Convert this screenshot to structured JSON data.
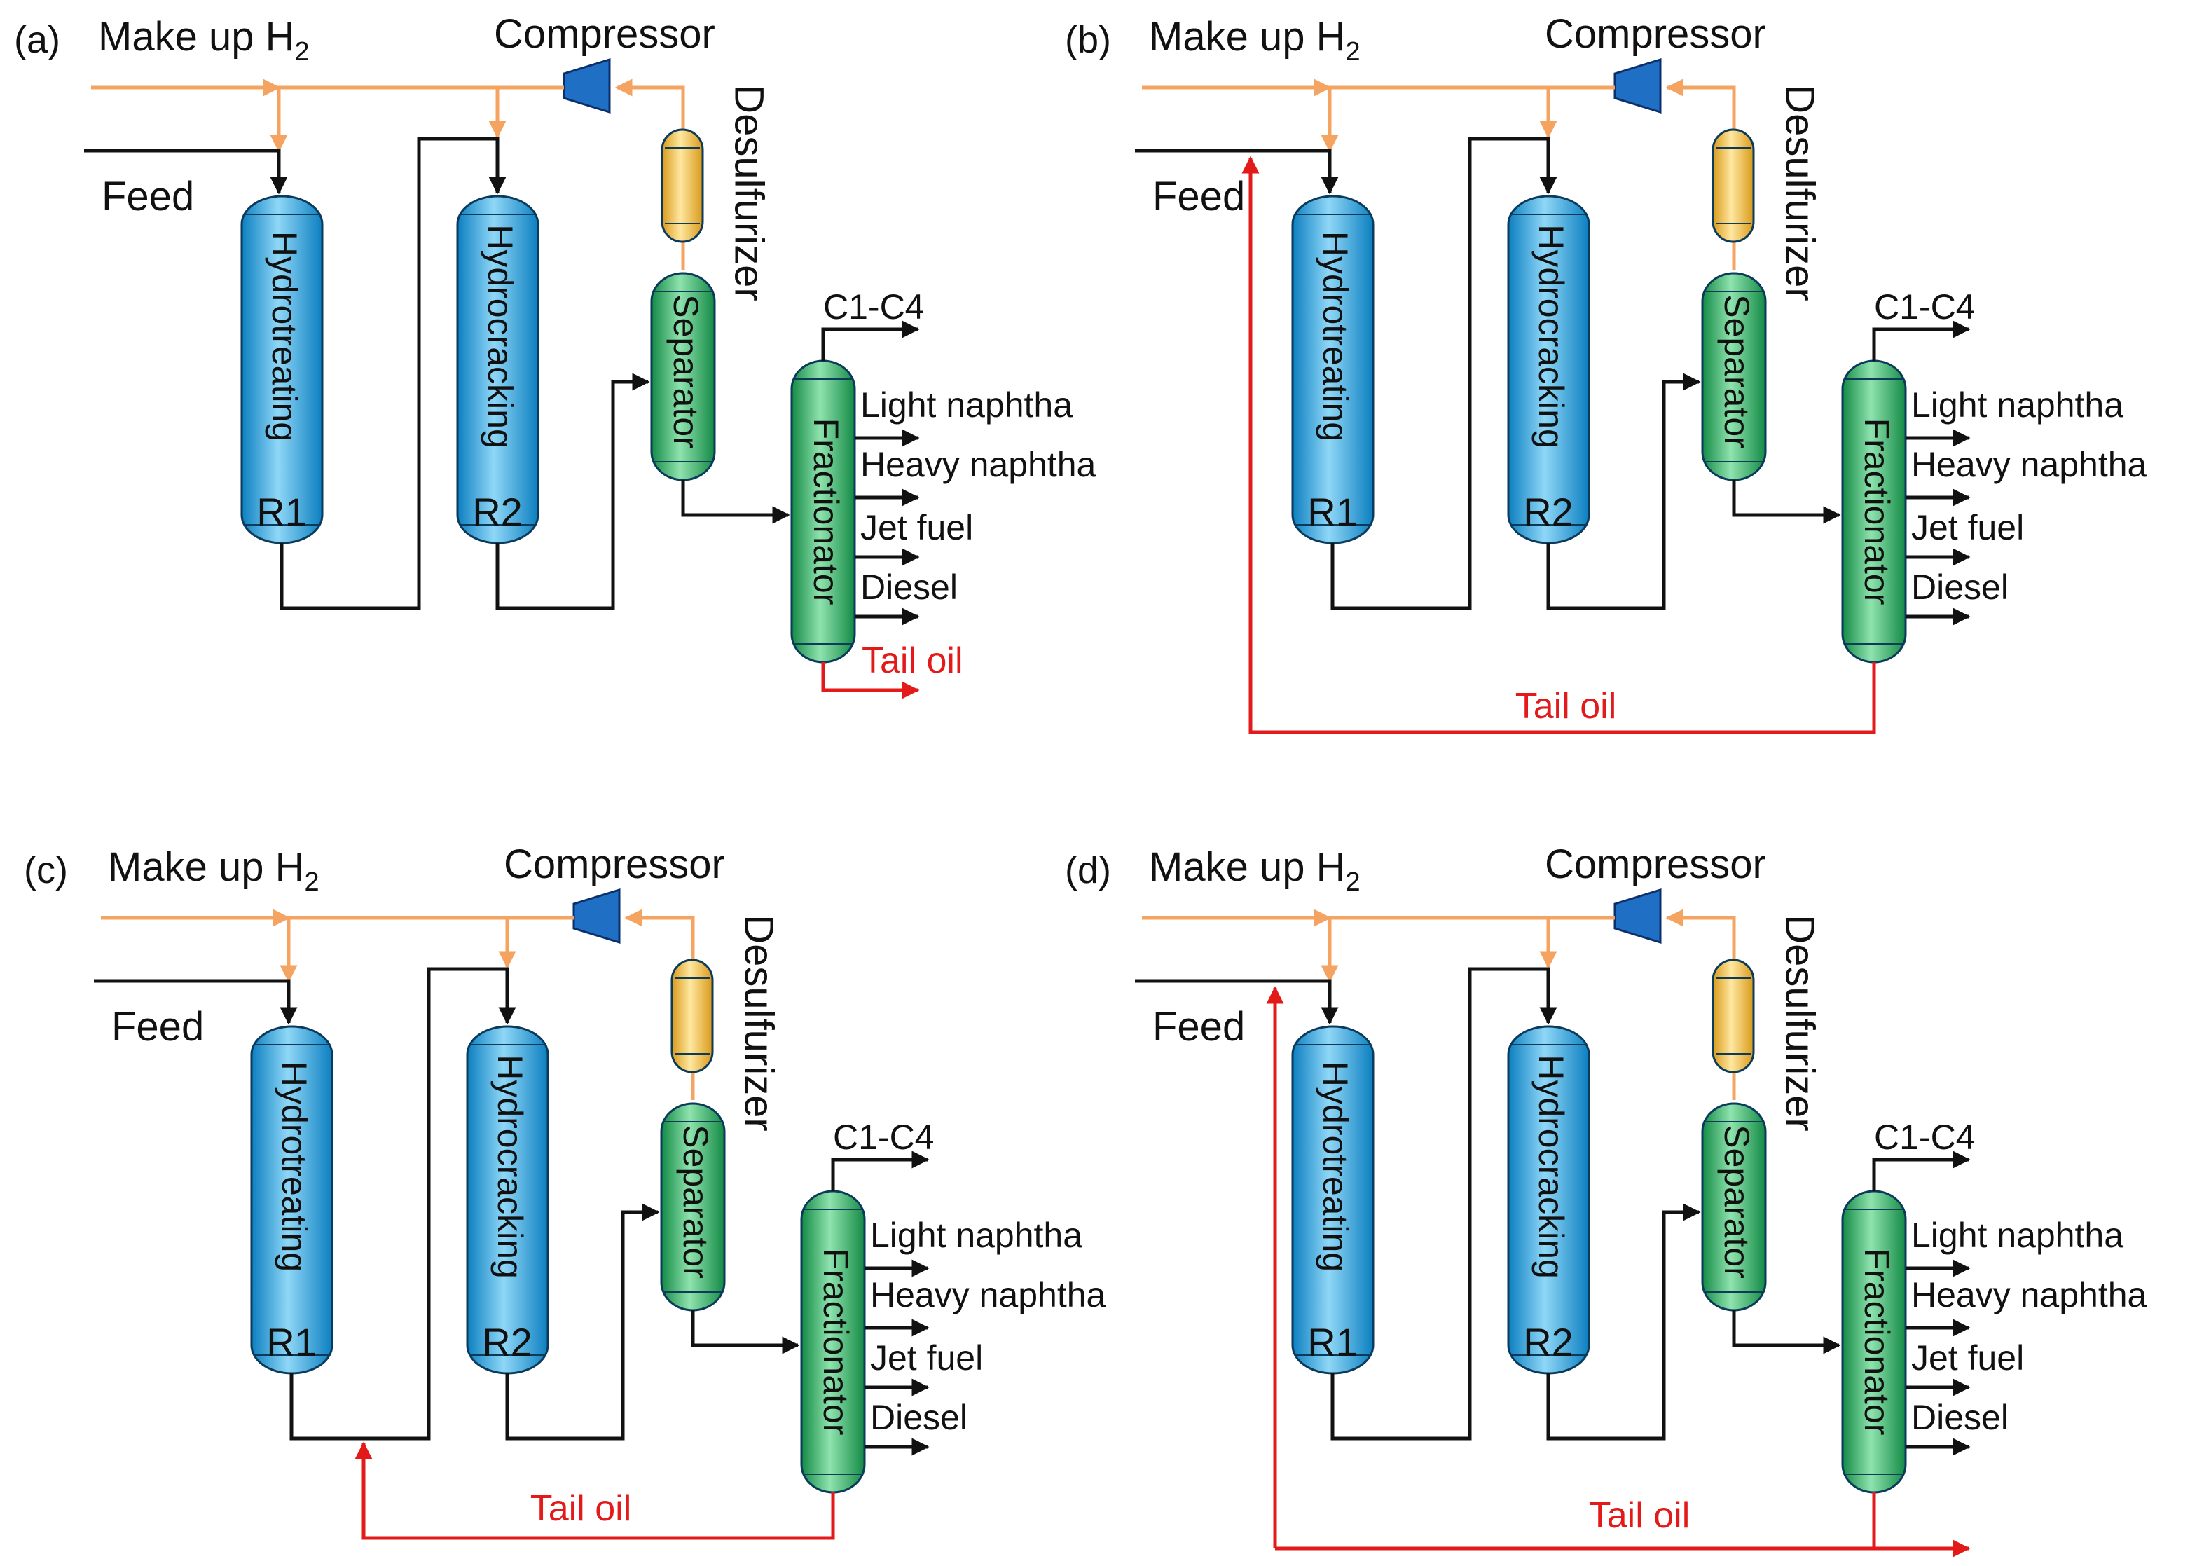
{
  "panels": [
    {
      "tag": "(a)",
      "recycle": "none"
    },
    {
      "tag": "(b)",
      "recycle": "to-feed"
    },
    {
      "tag": "(c)",
      "recycle": "to-r2"
    },
    {
      "tag": "(d)",
      "recycle": "to-feed-and-out"
    }
  ],
  "labels": {
    "makeup": "Make up H",
    "makeup_sub": "2",
    "compressor": "Compressor",
    "desulfurizer": "Desulfurizer",
    "feed": "Feed",
    "hydrotreating": "Hydrotreating",
    "hydrocracking": "Hydrocracking",
    "r1": "R1",
    "r2": "R2",
    "separator": "Separator",
    "fractionator": "Fractionator",
    "tail_oil": "Tail oil"
  },
  "products": [
    "C1-C4",
    "Light naphtha",
    "Heavy naphtha",
    "Jet fuel",
    "Diesel"
  ],
  "colors": {
    "reactor": "#27a7e0",
    "green": "#1faa5a",
    "desulfurizer": "#f2c14e",
    "compressor": "#1f6fc4",
    "h2_line": "#f4a460",
    "recycle_line": "#e31a1a",
    "process_line": "#111111"
  }
}
